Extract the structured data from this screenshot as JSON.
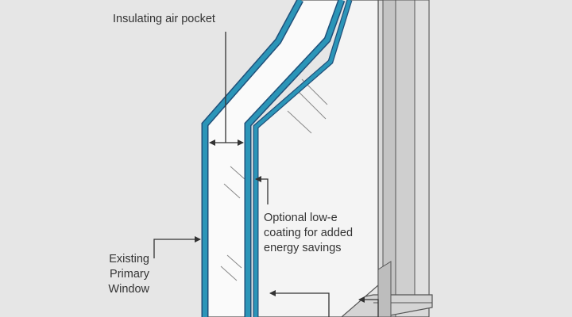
{
  "diagram": {
    "labels": {
      "air_pocket": "Insulating air pocket",
      "low_e": [
        "Optional low-e",
        "coating for added",
        "energy savings"
      ],
      "existing_window": [
        "Existing",
        "Primary",
        "Window"
      ]
    },
    "colors": {
      "background": "#ffffff",
      "wall": "#e6e6e6",
      "frame_light": "#f2f2f2",
      "frame_mid": "#d9d9d9",
      "frame_dark": "#bfbfbf",
      "outline": "#555555",
      "glass_edge": "#2b95b8",
      "glass_edge_dark": "#20507a",
      "text": "#333333"
    }
  }
}
